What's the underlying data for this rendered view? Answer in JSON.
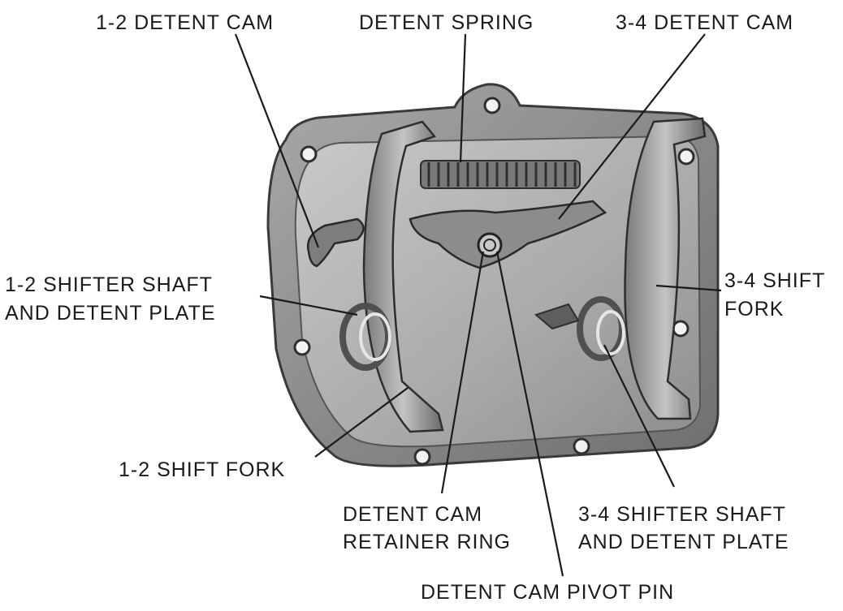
{
  "labels": {
    "detent_cam_12": "1-2 DETENT CAM",
    "detent_spring": "DETENT SPRING",
    "detent_cam_34": "3-4 DETENT CAM",
    "shifter_shaft_12_line1": "1-2 SHIFTER SHAFT",
    "shifter_shaft_12_line2": "AND DETENT  PLATE",
    "shift_fork_34_line1": "3-4 SHIFT",
    "shift_fork_34_line2": "FORK",
    "shift_fork_12": "1-2 SHIFT FORK",
    "retainer_ring_line1": "DETENT CAM",
    "retainer_ring_line2": "RETAINER RING",
    "shifter_shaft_34_line1": "3-4 SHIFTER SHAFT",
    "shifter_shaft_34_line2": "AND DETENT PLATE",
    "pivot_pin": "DETENT CAM PIVOT PIN"
  },
  "colors": {
    "housing": "#8f8f8f",
    "housing_edge": "#3a3a3a",
    "interior": "#b5b5b5",
    "fork": "#a3a3a3",
    "spring": "#5a5a5a",
    "leader": "#1a1a1a"
  }
}
